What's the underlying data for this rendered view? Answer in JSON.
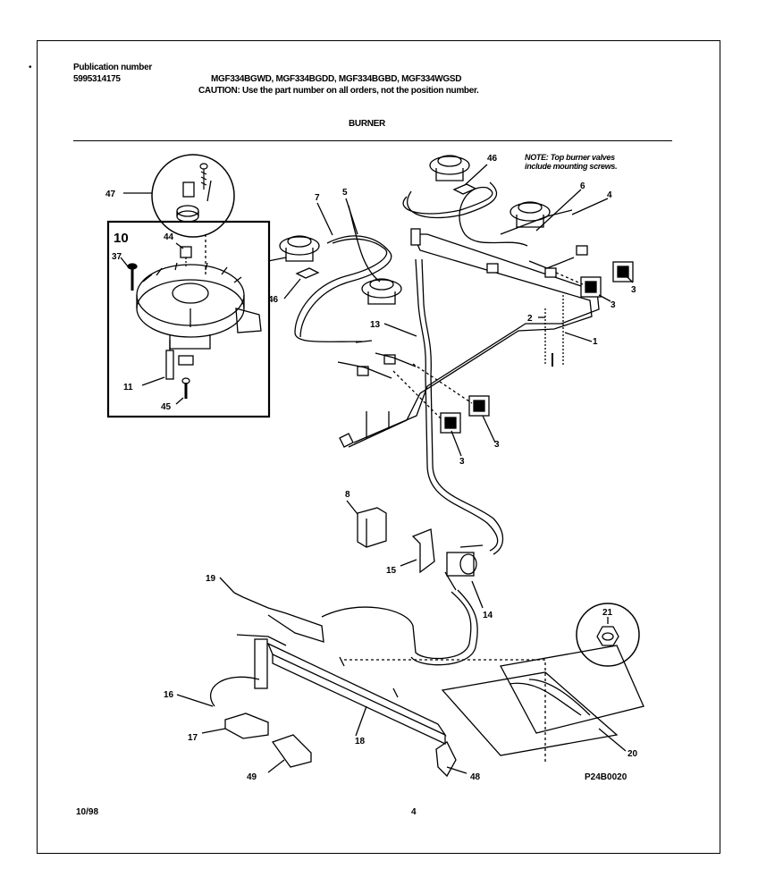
{
  "header": {
    "publication_label": "Publication number",
    "publication_number": "5995314175",
    "models": "MGF334BGWD, MGF334BGDD, MGF334BGBD, MGF334WGSD",
    "caution": "CAUTION:  Use the part number on all orders, not the position number.",
    "section_title": "BURNER"
  },
  "note": {
    "line1": "NOTE: Top burner valves",
    "line2": "include mounting screws."
  },
  "inset_label": "10",
  "callouts": {
    "c47": "47",
    "c10_44": "44",
    "c37": "37",
    "c11": "11",
    "c45": "45",
    "c7": "7",
    "c5": "5",
    "c46a": "46",
    "c46b": "46",
    "c6": "6",
    "c4": "4",
    "c3a": "3",
    "c3b": "3",
    "c3c": "3",
    "c3d": "3",
    "c2": "2",
    "c1": "1",
    "c13": "13",
    "c8": "8",
    "c15": "15",
    "c14": "14",
    "c19": "19",
    "c21": "21",
    "c16": "16",
    "c17": "17",
    "c18": "18",
    "c20": "20",
    "c49": "49",
    "c48": "48"
  },
  "figure_code": "P24B0020",
  "footer": {
    "date": "10/98",
    "page": "4"
  }
}
